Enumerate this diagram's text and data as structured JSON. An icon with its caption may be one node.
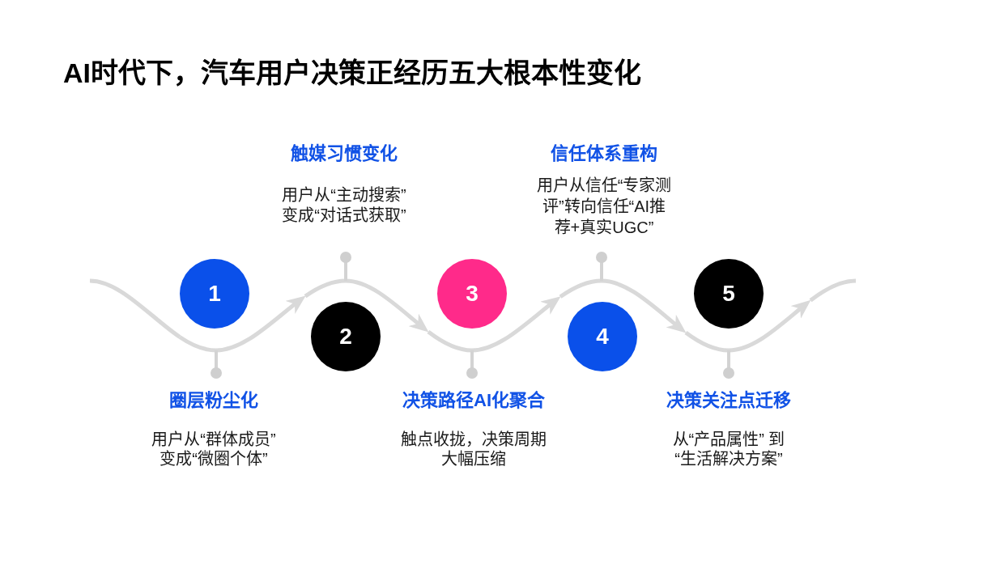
{
  "diagram": {
    "title": "AI时代下，汽车用户决策正经历五大根本性变化",
    "nodes": [
      {
        "text": [
          "1"
        ]
      },
      {
        "text": [
          "2"
        ]
      },
      {
        "text": [
          "3"
        ]
      },
      {
        "text": [
          "4"
        ]
      },
      {
        "text": [
          "5"
        ]
      },
      {
        "text": [
          "圈层粉尘化",
          "用户从“群体成员”变成“微圈个体”"
        ]
      },
      {
        "text": [
          "触媒习惯变化",
          "用户从“主动搜索”变成“对话式获取”"
        ]
      },
      {
        "text": [
          "决策路径AI化聚合",
          "触点收拢，决策周期大幅压缩"
        ]
      },
      {
        "text": [
          "信任体系重构",
          "用户从信任“专家测评”转向信任“AI推荐+真实UGC”"
        ]
      },
      {
        "text": [
          "决策关注点迁移",
          "从“产品属性” 到“生活解决方案”"
        ]
      }
    ],
    "edges": [
      {
        "from": null,
        "to": 0,
        "arrow": "none"
      },
      {
        "from": 0,
        "to": 1,
        "arrow": "to"
      },
      {
        "from": 1,
        "to": 2,
        "arrow": "to"
      },
      {
        "from": 2,
        "to": 3,
        "arrow": "to"
      },
      {
        "from": 3,
        "to": 4,
        "arrow": "to"
      },
      {
        "from": 4,
        "to": null,
        "arrow": "to"
      },
      {
        "from": 5,
        "to": null,
        "arrow": "other"
      },
      {
        "from": 6,
        "to": null,
        "arrow": "other"
      },
      {
        "from": 7,
        "to": null,
        "arrow": "other"
      },
      {
        "from": 8,
        "to": null,
        "arrow": "other"
      },
      {
        "from": 9,
        "to": null,
        "arrow": "other"
      }
    ]
  }
}
